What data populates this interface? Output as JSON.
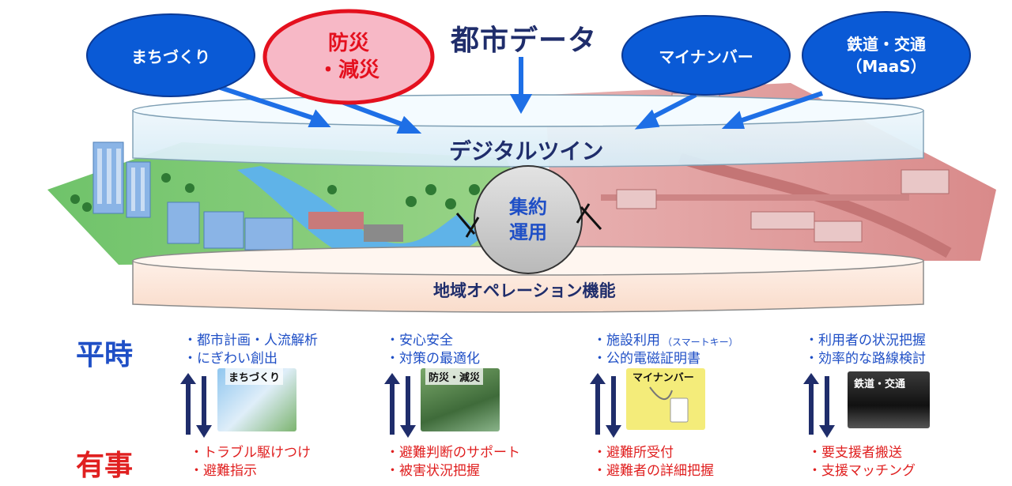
{
  "header": {
    "title": "都市データ"
  },
  "sources": {
    "machizukuri": "まちづくり",
    "bousai_line1": "防災",
    "bousai_line2": "・減災",
    "mynumber": "マイナンバー",
    "tetsudou_line1": "鉄道・交通",
    "tetsudou_line2": "（MaaS）"
  },
  "layers": {
    "digital_twin": "デジタルツイン",
    "regional_ops": "地域オペレーション機能"
  },
  "cycle": {
    "line1": "集約",
    "line2": "運用"
  },
  "modes": {
    "peacetime": "平時",
    "emergency": "有事"
  },
  "columns": [
    {
      "peacetime": [
        "・都市計画・人流解析",
        "・にぎわい創出"
      ],
      "thumb_label": "まちづくり",
      "emergency": [
        "・トラブル駆けつけ",
        "・避難指示"
      ]
    },
    {
      "peacetime": [
        "・安心安全",
        "・対策の最適化"
      ],
      "thumb_label": "防災・減災",
      "emergency": [
        "・避難判断のサポート",
        "・被害状況把握"
      ]
    },
    {
      "peacetime": [
        "・施設利用",
        "・公的電磁証明書"
      ],
      "peacetime_note": "（スマートキー）",
      "thumb_label": "マイナンバー",
      "emergency": [
        "・避難所受付",
        "・避難者の詳細把握"
      ]
    },
    {
      "peacetime": [
        "・利用者の状況把握",
        "・効率的な路線検討"
      ],
      "thumb_label": "鉄道・交通",
      "emergency": [
        "・要支援者搬送",
        "・支援マッチング"
      ]
    }
  ],
  "colors": {
    "oval_blue": "#0a5ad6",
    "oval_pink": "#f7b8c6",
    "oval_red_border": "#e4101e",
    "title_navy": "#1f2d6b",
    "peacetime_blue": "#1f4fc6",
    "emergency_red": "#e02020",
    "arrow_blue": "#1e6fe6"
  }
}
